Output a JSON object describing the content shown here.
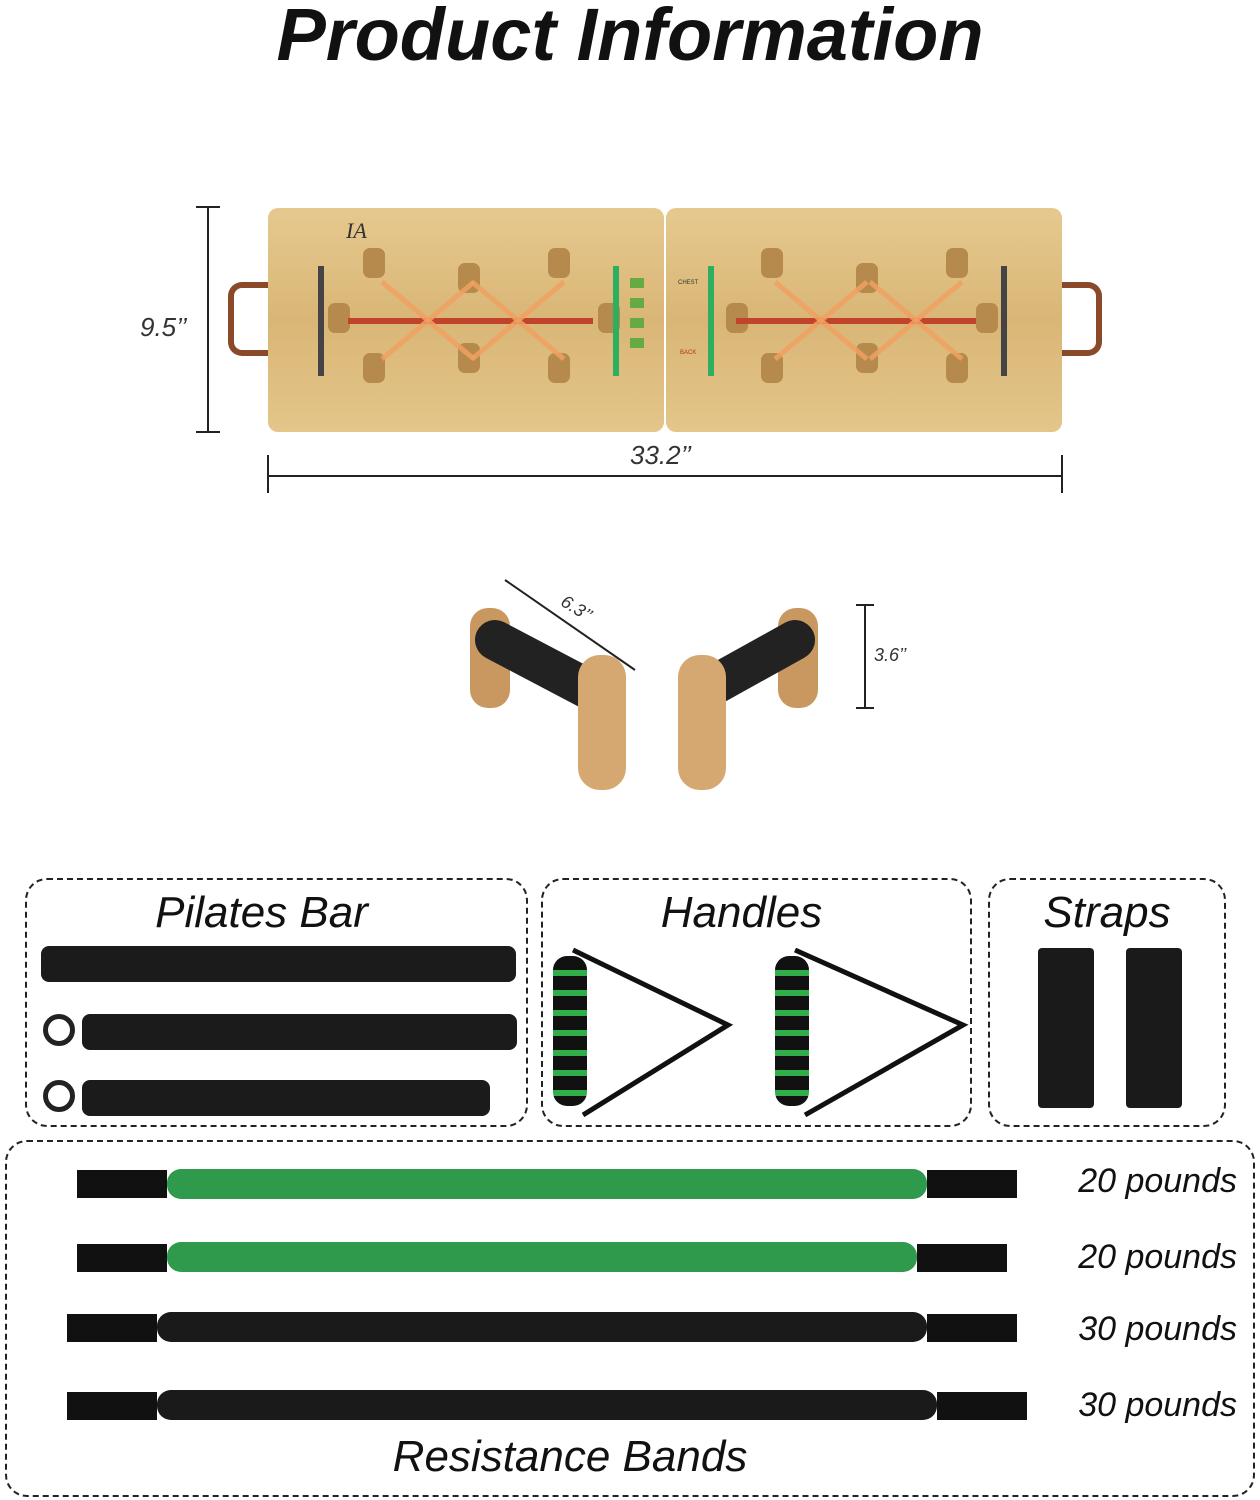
{
  "title": "Product Information",
  "dimensions": {
    "board_height": "9.5’’",
    "board_width": "33.2’’",
    "stand_length": "6.3’’",
    "stand_height": "3.6’’"
  },
  "board": {
    "logo": "IA",
    "labels": [
      "CHEST",
      "BACK"
    ]
  },
  "sections": {
    "pilates_bar": "Pilates Bar",
    "handles": "Handles",
    "straps": "Straps",
    "resistance_bands": "Resistance Bands"
  },
  "bands": [
    {
      "label": "20 pounds",
      "color": "#2f9a4c",
      "tag": "20"
    },
    {
      "label": "20 pounds",
      "color": "#2f9a4c",
      "tag": "20"
    },
    {
      "label": "30 pounds",
      "color": "#1a1a1a",
      "tag": "30"
    },
    {
      "label": "30 pounds",
      "color": "#1a1a1a",
      "tag": "30"
    }
  ]
}
